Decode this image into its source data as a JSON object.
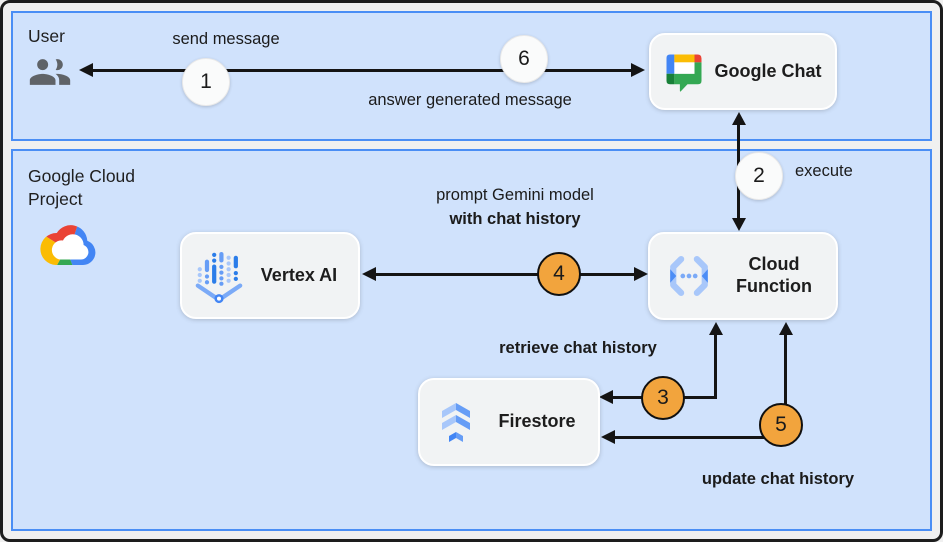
{
  "lanes": {
    "user": {
      "label": "User"
    },
    "gcp": {
      "label": "Google Cloud Project"
    }
  },
  "nodes": {
    "google_chat": {
      "label": "Google Chat",
      "icon": "google-chat-icon"
    },
    "vertex_ai": {
      "label": "Vertex AI",
      "icon": "vertex-ai-icon"
    },
    "cloud_function": {
      "label": "Cloud Function",
      "icon": "cloud-function-icon"
    },
    "firestore": {
      "label": "Firestore",
      "icon": "firestore-icon"
    }
  },
  "edges": {
    "send_message": {
      "step": "1",
      "label": "send message"
    },
    "execute": {
      "step": "2",
      "label": "execute"
    },
    "retrieve_chat_history": {
      "step": "3",
      "label": "retrieve chat history"
    },
    "prompt_gemini": {
      "step": "4",
      "label_line1": "prompt Gemini model",
      "label_line2": "with chat history"
    },
    "update_chat_history": {
      "step": "5",
      "label": "update chat history"
    },
    "answer": {
      "step": "6",
      "label": "answer generated message"
    }
  },
  "colors": {
    "lane_fill": "#d0e2fc",
    "lane_border": "#4a8ef5",
    "node_fill": "#f1f3f4",
    "arrow": "#141414",
    "step_light_fill": "#fafbfb",
    "step_orange_fill": "#f2a43d",
    "icon_gray": "#5f6368",
    "google_blue": "#4285f4",
    "google_red": "#ea4335",
    "google_yellow": "#fbbc04",
    "google_green": "#34a853",
    "google_dark_green": "#188038",
    "blue_light": "#a8c7fa",
    "blue_medium": "#669df6"
  }
}
